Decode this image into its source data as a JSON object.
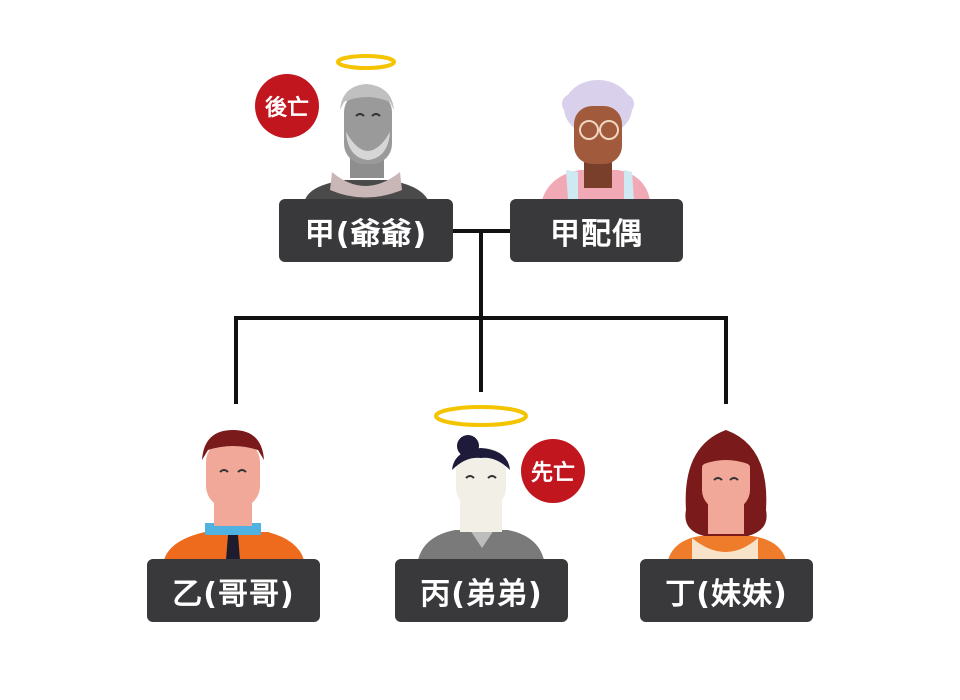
{
  "tree": {
    "grandfather": {
      "label": "甲(爺爺)",
      "badge": "後亡",
      "deceased": true,
      "icon": "elderly-man-avatar-icon"
    },
    "spouse": {
      "label": "甲配偶",
      "deceased": false,
      "icon": "elderly-woman-avatar-icon"
    },
    "children": [
      {
        "label": "乙(哥哥)",
        "deceased": false,
        "icon": "young-man-avatar-icon"
      },
      {
        "label": "丙(弟弟)",
        "badge": "先亡",
        "deceased": true,
        "icon": "young-man-bun-avatar-icon"
      },
      {
        "label": "丁(妹妹)",
        "deceased": false,
        "icon": "young-woman-avatar-icon"
      }
    ]
  },
  "colors": {
    "nameplate": "#39393b",
    "badge": "#c2161f",
    "halo": "#f5c400",
    "connector": "#111111"
  }
}
